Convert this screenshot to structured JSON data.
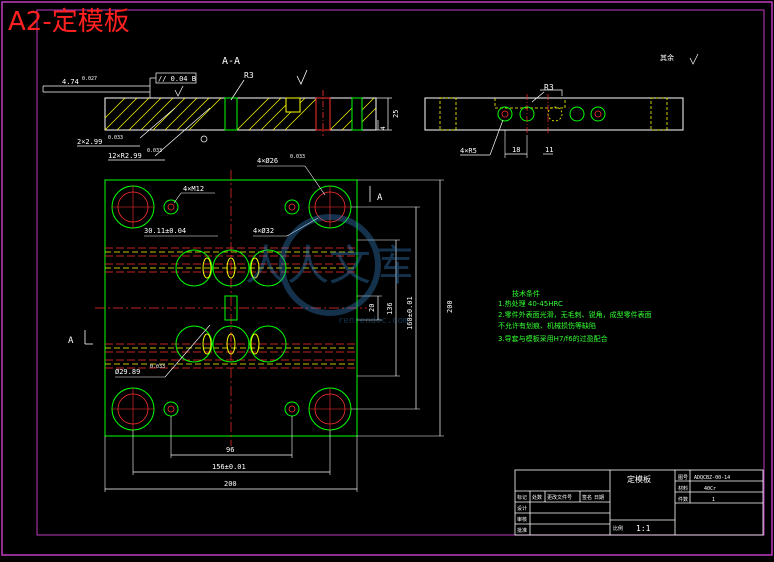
{
  "sheet_title": "A2-定模板",
  "section_label": "A-A",
  "roughness_note": "其余",
  "colors": {
    "background": "#000000",
    "border": "#c03cc0",
    "outline": "#ffffff",
    "part": "#00ff00",
    "hatch": "#ffff00",
    "red": "#ff3030",
    "dim": "#ffffff",
    "notes": "#33ff33",
    "title_red": "#ff2020"
  },
  "section_dims": {
    "top_width": "4.74",
    "top_tol": "0.027",
    "parallel_frame": "// 0.04 B",
    "r3": "R3",
    "holes": "2×2.99",
    "holes_tol": "0.033",
    "slots": "12×R2.99",
    "slots_tol": "0.033",
    "thickness": "25",
    "step": "4"
  },
  "side_dims": {
    "r3": "R3",
    "r5": "4×R5",
    "pitch": "18",
    "width": "11"
  },
  "plan_dims": {
    "m12": "4×M12",
    "big_bore": "4×Ø26",
    "big_bore_tol": "0.033",
    "guide": "4×Ø32",
    "center": "30.11±0.04",
    "cavity": "Ø29.89",
    "cavity_tol": "0.033",
    "d96": "96",
    "d156": "156±0.01",
    "d200": "200",
    "v20": "20",
    "v136": "136",
    "v160": "160±0.01",
    "v200": "200",
    "label_a_top": "A",
    "label_a_side": "A"
  },
  "notes": {
    "heading": "技术条件",
    "line1": "1.热处理 40-45HRC",
    "line2": "2.零件外表面光滑，无毛刺、锐角，成型零件表面",
    "line3": "不允许有划痕、机械损伤等缺陷",
    "line4": "3.导套与模板采用H7/f6的过盈配合"
  },
  "title_block": {
    "part_name": "定模板",
    "code_label": "图号",
    "code_value": "ADQCBZ-00-14",
    "material_label": "材料",
    "material_value": "40Cr",
    "qty_label": "件数",
    "qty_value": "1",
    "scale_label": "比例",
    "scale_value": "1:1",
    "rows": [
      "标记",
      "处数",
      "更改文件号",
      "签名",
      "日期"
    ],
    "designer": "设计",
    "checker": "审核",
    "approver": "批准"
  },
  "watermark": {
    "text": "人人文库",
    "sub": "renrendoc.com"
  }
}
